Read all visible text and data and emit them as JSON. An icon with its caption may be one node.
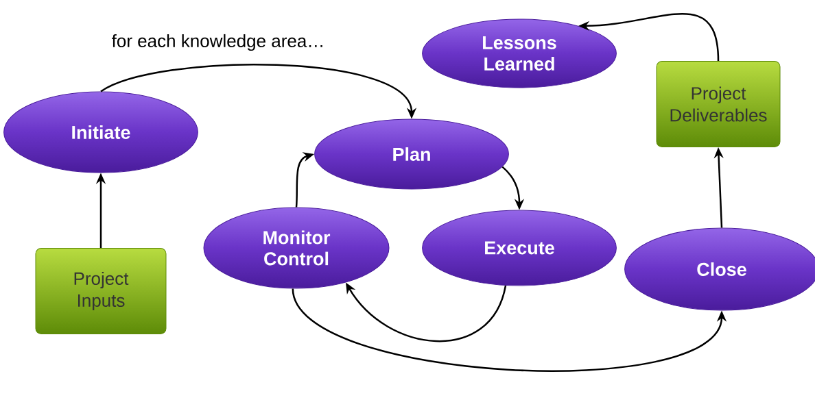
{
  "diagram": {
    "nodes": [
      {
        "text": [
          "Initiate"
        ]
      },
      {
        "text": [
          "Project Inputs"
        ]
      },
      {
        "text": [
          "Plan"
        ]
      },
      {
        "text": [
          "Monitor Control"
        ]
      },
      {
        "text": [
          "Execute"
        ]
      },
      {
        "text": [
          "Close"
        ]
      },
      {
        "text": [
          "Project Deliverables"
        ]
      },
      {
        "text": [
          "Lessons Learned"
        ]
      }
    ],
    "edges": [
      {
        "from": 1,
        "to": 0,
        "arrow": "to"
      },
      {
        "from": 0,
        "to": 2,
        "arrow": "to"
      },
      {
        "from": 2,
        "to": 4,
        "arrow": "to"
      },
      {
        "from": 4,
        "to": 3,
        "arrow": "to"
      },
      {
        "from": 3,
        "to": 2,
        "arrow": "to"
      },
      {
        "from": 3,
        "to": 5,
        "arrow": "to"
      },
      {
        "from": 5,
        "to": 6,
        "arrow": "to"
      },
      {
        "from": 6,
        "to": 7,
        "arrow": "to"
      }
    ],
    "labels": [
      "for each knowledge area…"
    ]
  }
}
